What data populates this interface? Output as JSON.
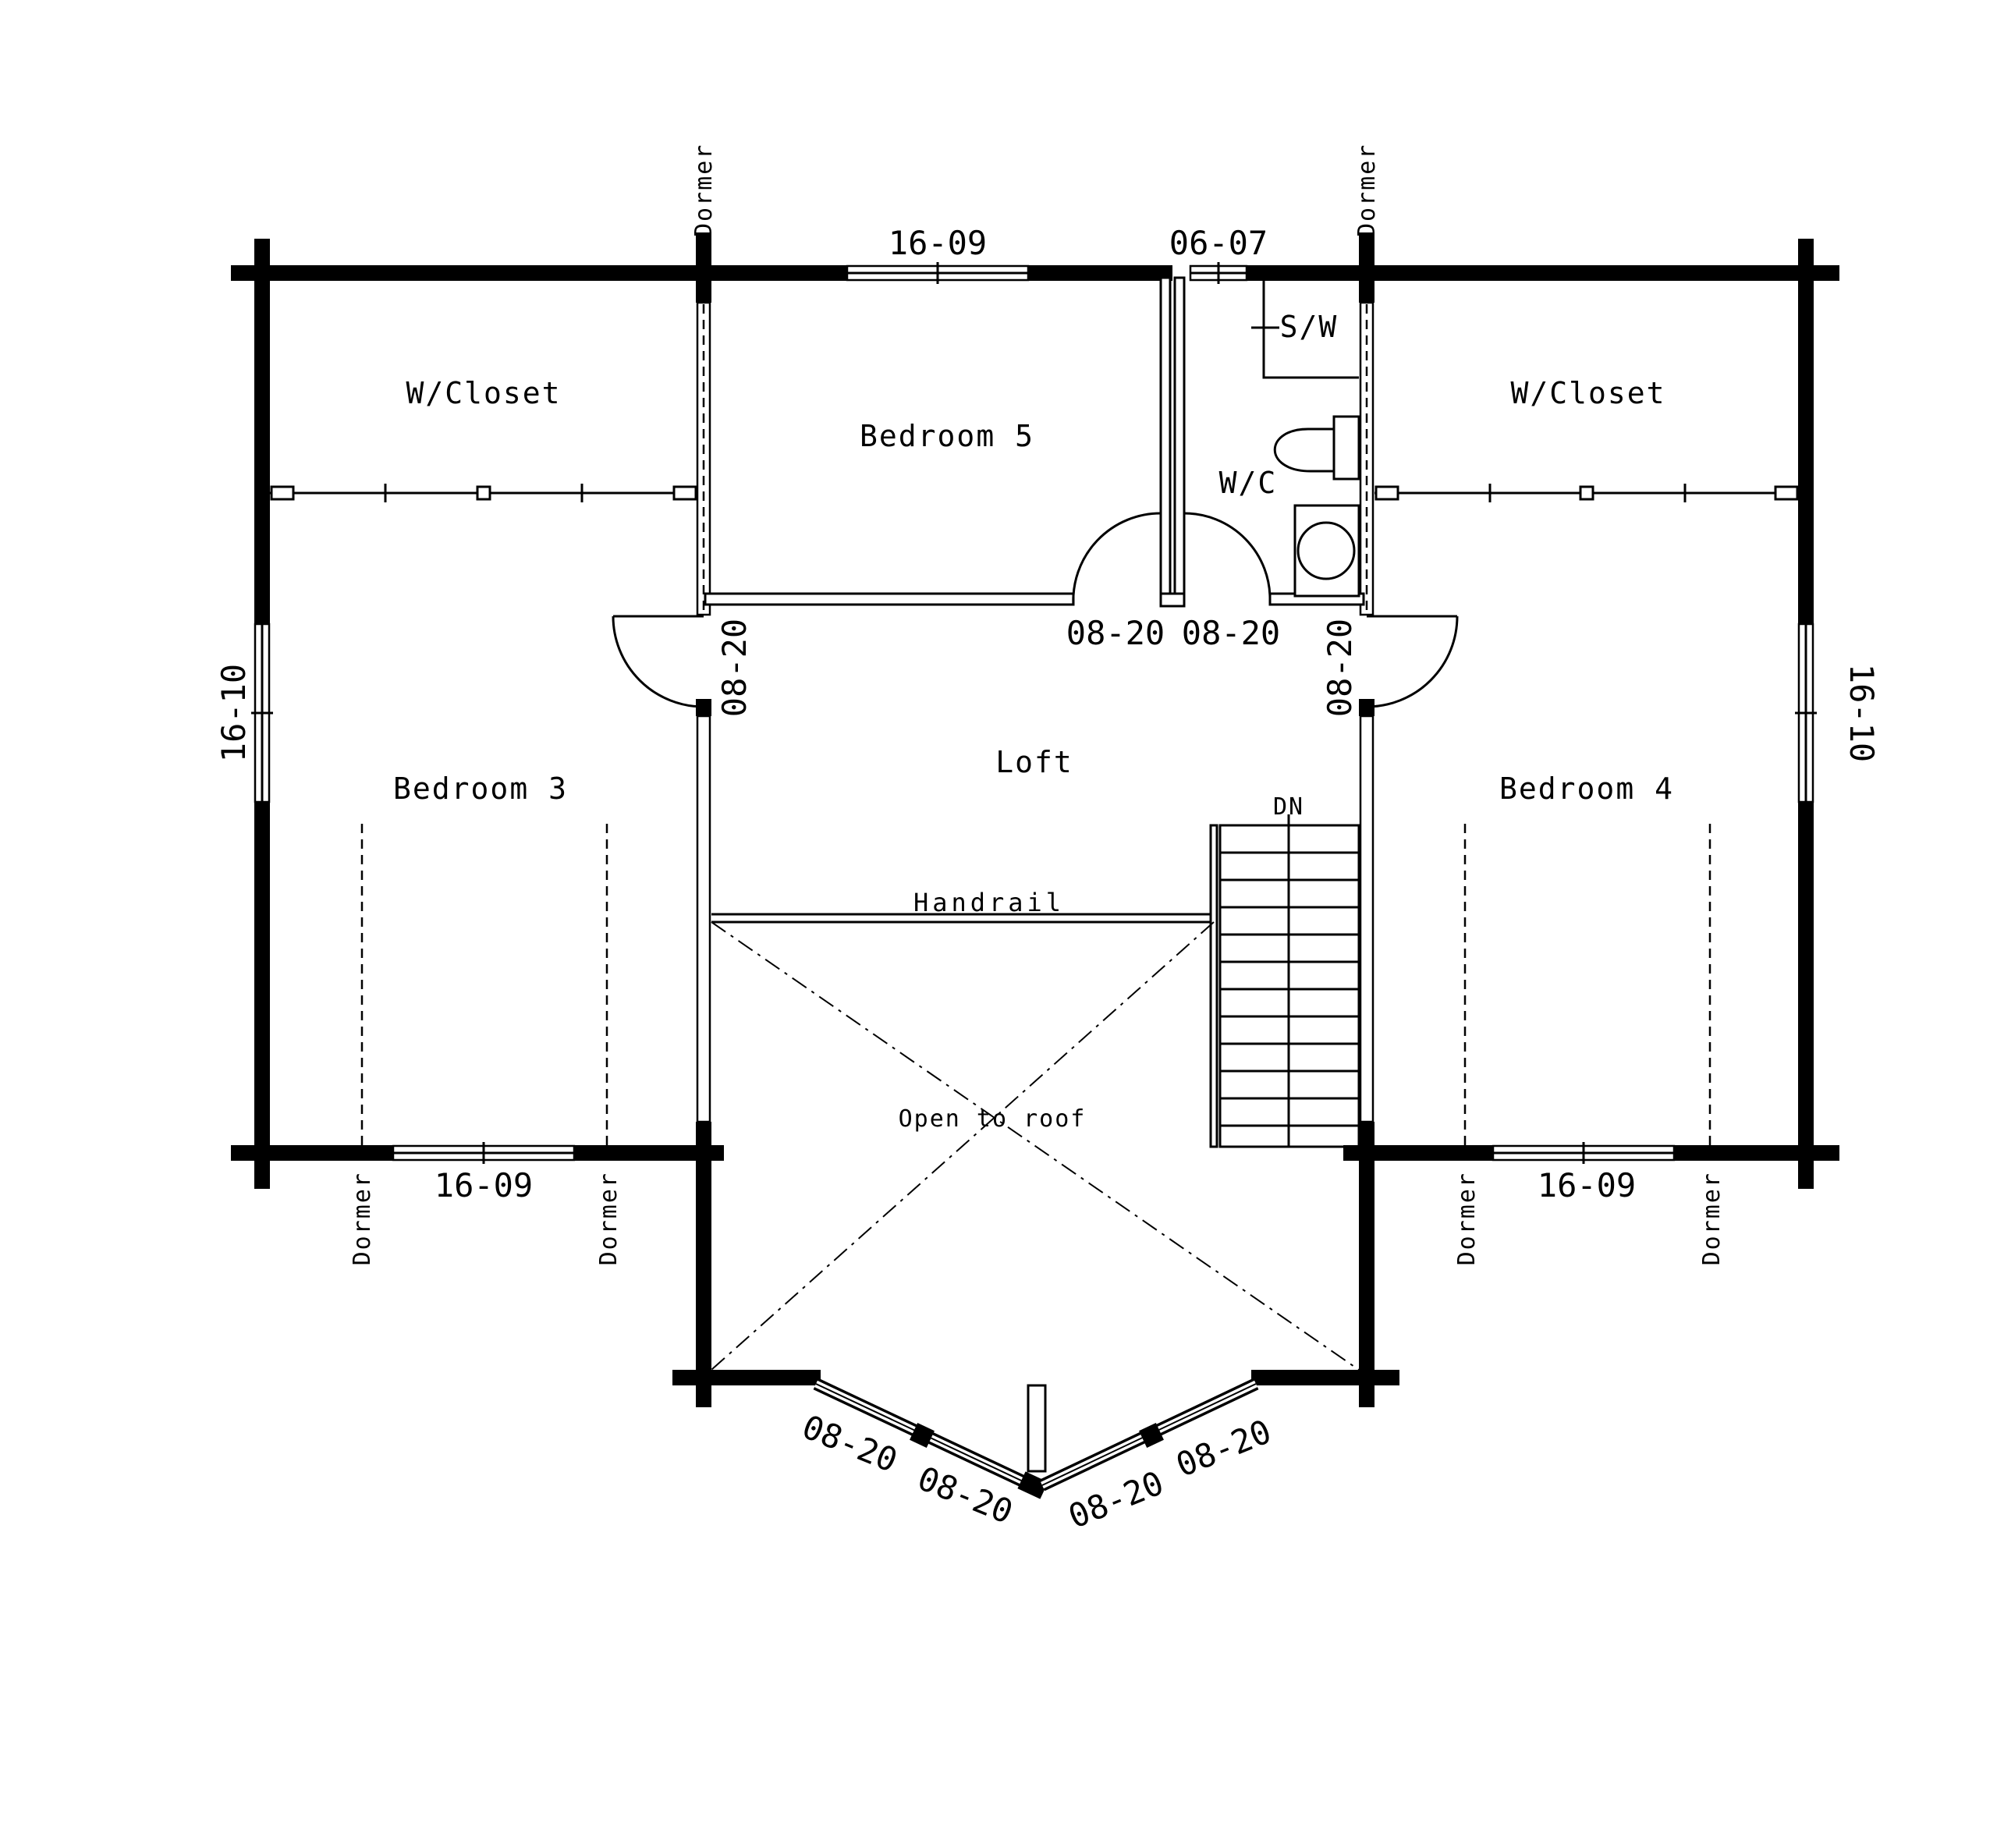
{
  "rooms": {
    "wcloset_left": "W/Closet",
    "wcloset_right": "W/Closet",
    "bedroom5": "Bedroom 5",
    "bedroom3": "Bedroom 3",
    "bedroom4": "Bedroom 4",
    "loft": "Loft",
    "wc": "W/C",
    "sw": "S/W",
    "open_to_roof": "Open to roof"
  },
  "annotations": {
    "handrail": "Handrail",
    "stairs_dn": "DN",
    "dormer": "Dormer"
  },
  "windows": {
    "top_bedroom5": "16-09",
    "top_wc": "06-07",
    "left_side": "16-10",
    "right_side": "16-10",
    "bottom_bedroom3": "16-09",
    "bottom_bedroom4": "16-09",
    "bay": "08-20"
  },
  "doors": {
    "bedroom3": "08-20",
    "bedroom5": "08-20",
    "wc": "08-20",
    "bedroom4": "08-20"
  }
}
